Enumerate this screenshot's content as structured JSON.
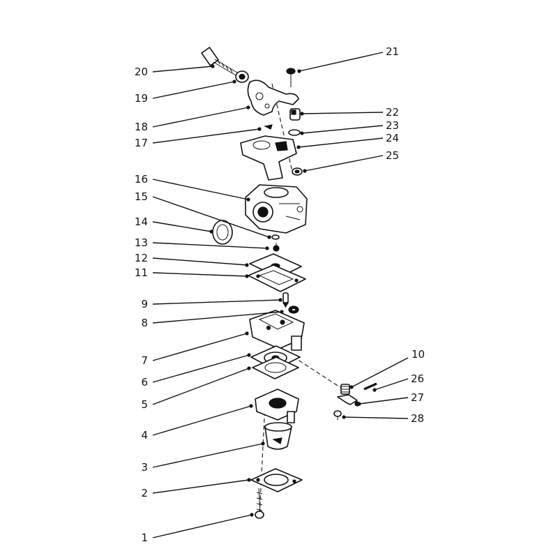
{
  "labels": [
    "1",
    "2",
    "3",
    "4",
    "5",
    "6",
    "7",
    "8",
    "9",
    "10",
    "11",
    "12",
    "13",
    "14",
    "15",
    "16",
    "17",
    "18",
    "19",
    "20",
    "21",
    "22",
    "23",
    "24",
    "25",
    "26",
    "27",
    "28"
  ]
}
